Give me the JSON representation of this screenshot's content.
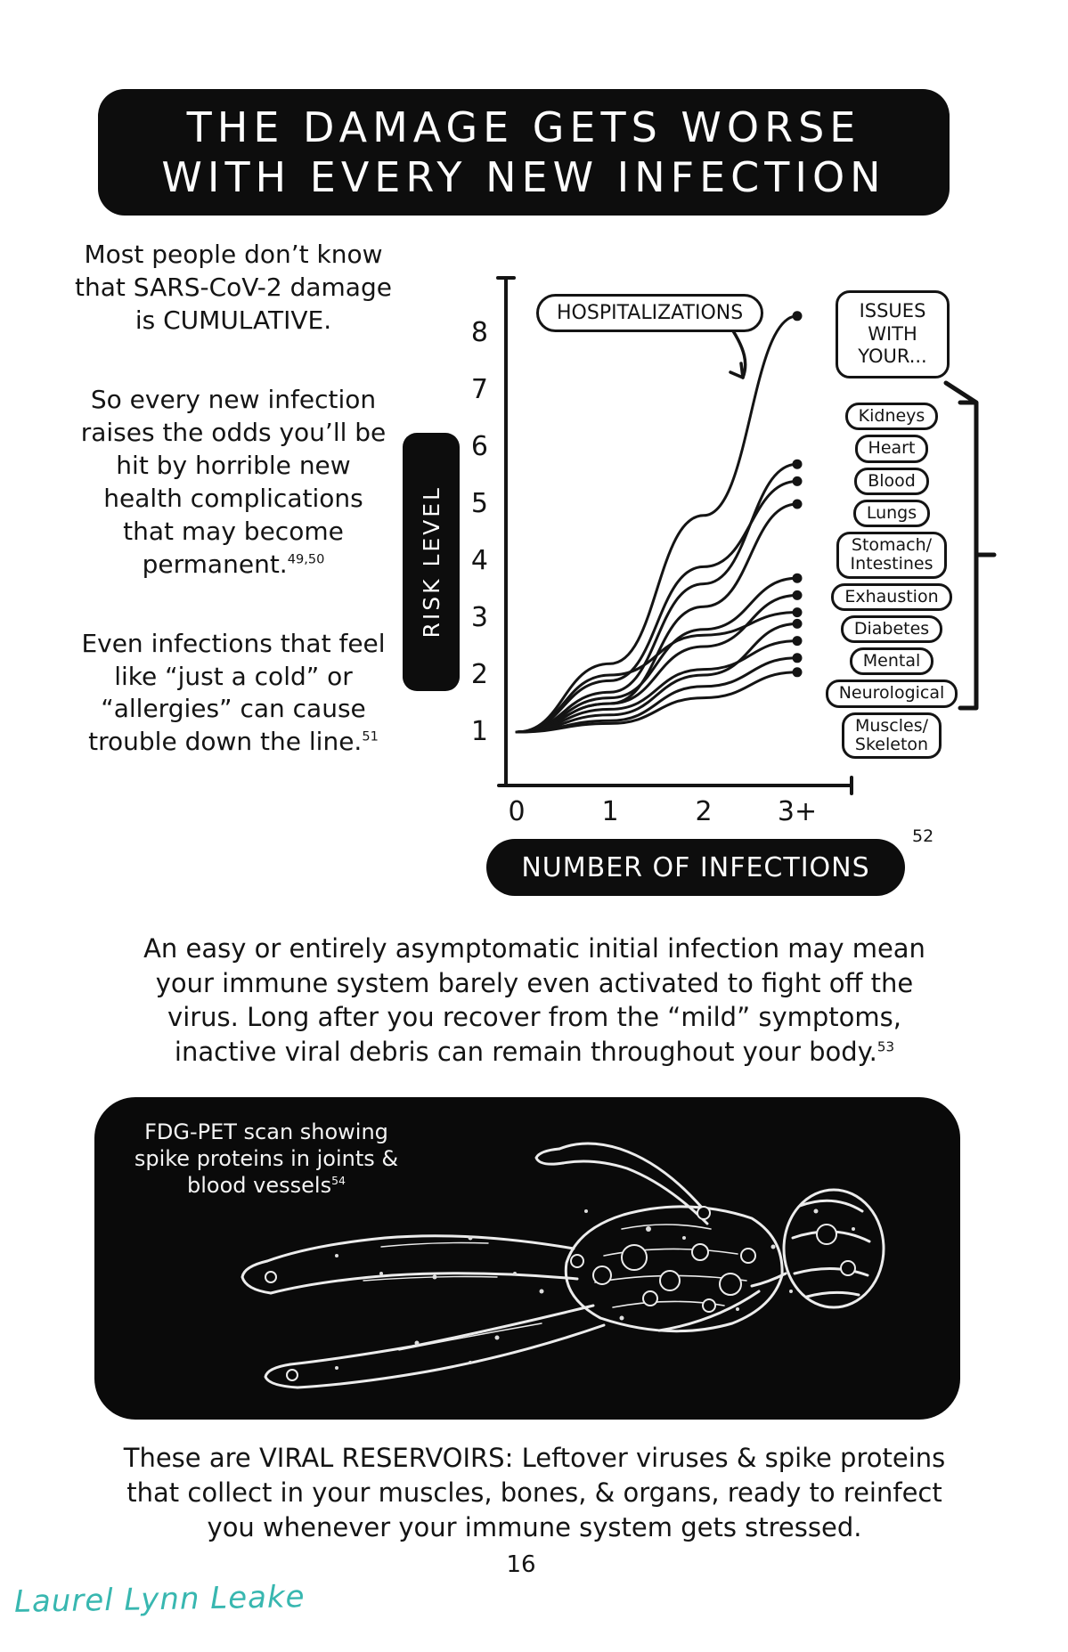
{
  "colors": {
    "ink": "#141414",
    "paper": "#ffffff",
    "panel": "#0a0a0a",
    "signature": "#38b7b0"
  },
  "title": {
    "line1": "THE DAMAGE GETS WORSE",
    "line2": "WITH EVERY NEW INFECTION"
  },
  "left_column": {
    "para1": "Most people don’t know that SARS-CoV-2 damage is CUMULATIVE.",
    "para2": "So every new infection raises the odds you’ll be hit by horrible new health complications that may become permanent.",
    "para2_ref": "49,50",
    "para3": "Even infections that feel like “just a cold” or “allergies” can cause trouble down the line.",
    "para3_ref": "51"
  },
  "chart": {
    "y_axis_label": "RISK LEVEL",
    "x_axis_label": "NUMBER OF INFECTIONS",
    "annotation": "HOSPITALIZATIONS",
    "legend_title": "ISSUES\nWITH\nYOUR...",
    "legend_items": [
      "Kidneys",
      "Heart",
      "Blood",
      "Lungs",
      "Stomach/\nIntestines",
      "Exhaustion",
      "Diabetes",
      "Mental",
      "Neurological",
      "Muscles/\nSkeleton"
    ],
    "ref": "52"
  },
  "chart_data": {
    "type": "line",
    "title": "",
    "xlabel": "NUMBER OF INFECTIONS",
    "ylabel": "RISK LEVEL",
    "x_tick_labels": [
      "0",
      "1",
      "2",
      "3+"
    ],
    "y_tick_labels": [
      "8",
      "7",
      "6",
      "5",
      "4",
      "3",
      "2",
      "1"
    ],
    "x_values": [
      0,
      1,
      2,
      3
    ],
    "ylim": [
      0,
      8.5
    ],
    "grid": false,
    "annotation": {
      "text": "HOSPITALIZATIONS",
      "target_series": "Hospitalizations"
    },
    "legend": {
      "title": "ISSUES WITH YOUR...",
      "position": "right"
    },
    "series": [
      {
        "name": "Hospitalizations",
        "values": [
          1,
          2.2,
          4.8,
          8.3
        ]
      },
      {
        "name": "Kidneys",
        "values": [
          1,
          1.7,
          3.6,
          5.7
        ]
      },
      {
        "name": "Heart",
        "values": [
          1,
          1.9,
          3.9,
          5.4
        ]
      },
      {
        "name": "Blood",
        "values": [
          1,
          1.5,
          3.2,
          5.0
        ]
      },
      {
        "name": "Lungs",
        "values": [
          1,
          1.6,
          2.8,
          3.7
        ]
      },
      {
        "name": "Stomach/Intestines",
        "values": [
          1,
          1.5,
          2.5,
          3.4
        ]
      },
      {
        "name": "Exhaustion",
        "values": [
          1,
          2.0,
          2.7,
          3.1
        ]
      },
      {
        "name": "Diabetes",
        "values": [
          1,
          1.3,
          2.0,
          2.9
        ]
      },
      {
        "name": "Mental",
        "values": [
          1,
          1.4,
          2.1,
          2.6
        ]
      },
      {
        "name": "Neurological",
        "values": [
          1,
          1.2,
          1.8,
          2.3
        ]
      },
      {
        "name": "Muscles/Skeleton",
        "values": [
          1,
          1.15,
          1.6,
          2.05
        ]
      }
    ]
  },
  "middle": {
    "text": "An easy or entirely asymptomatic initial infection may mean your immune system barely even activated to fight off the virus. Long after you recover from the “mild” symptoms, inactive viral debris can remain throughout your body.",
    "ref": "53"
  },
  "fdg": {
    "caption": "FDG-PET scan showing spike proteins in joints & blood vessels",
    "ref": "54"
  },
  "bottom": {
    "text": "These are VIRAL RESERVOIRS: Leftover viruses & spike proteins that collect in your muscles, bones, & organs, ready to reinfect you whenever your immune system gets stressed."
  },
  "footer": {
    "page_number": "16",
    "signature": "Laurel Lynn Leake"
  }
}
